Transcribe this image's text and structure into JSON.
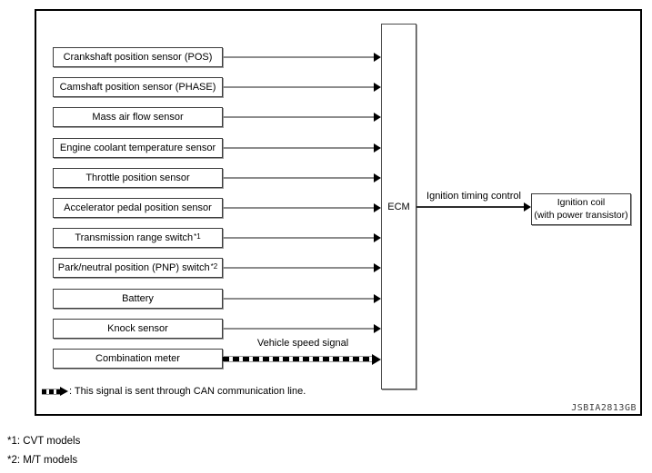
{
  "diagram": {
    "sensors": [
      {
        "label": "Crankshaft position sensor (POS)",
        "sup": ""
      },
      {
        "label": "Camshaft position sensor (PHASE)",
        "sup": ""
      },
      {
        "label": "Mass air flow sensor",
        "sup": ""
      },
      {
        "label": "Engine coolant temperature sensor",
        "sup": ""
      },
      {
        "label": "Throttle position sensor",
        "sup": ""
      },
      {
        "label": "Accelerator pedal position sensor",
        "sup": ""
      },
      {
        "label": "Transmission range switch",
        "sup": "*1"
      },
      {
        "label": "Park/neutral position (PNP) switch",
        "sup": "*2"
      },
      {
        "label": "Battery",
        "sup": ""
      },
      {
        "label": "Knock sensor",
        "sup": ""
      },
      {
        "label": "Combination meter",
        "sup": "",
        "can": true,
        "signal_label": "Vehicle speed signal"
      }
    ],
    "ecm_label": "ECM",
    "output": {
      "arrow_label": "Ignition timing control",
      "target_line1": "Ignition coil",
      "target_line2": "(with power transistor)"
    },
    "legend_text": ": This signal is sent through CAN communication line.",
    "figure_code": "JSBIA2813GB"
  },
  "footnotes": [
    "*1: CVT models",
    "*2: M/T models"
  ],
  "colors": {
    "line_gray": "#8c8c8c",
    "box_border": "#3c3c3c",
    "frame_border": "#000000"
  }
}
